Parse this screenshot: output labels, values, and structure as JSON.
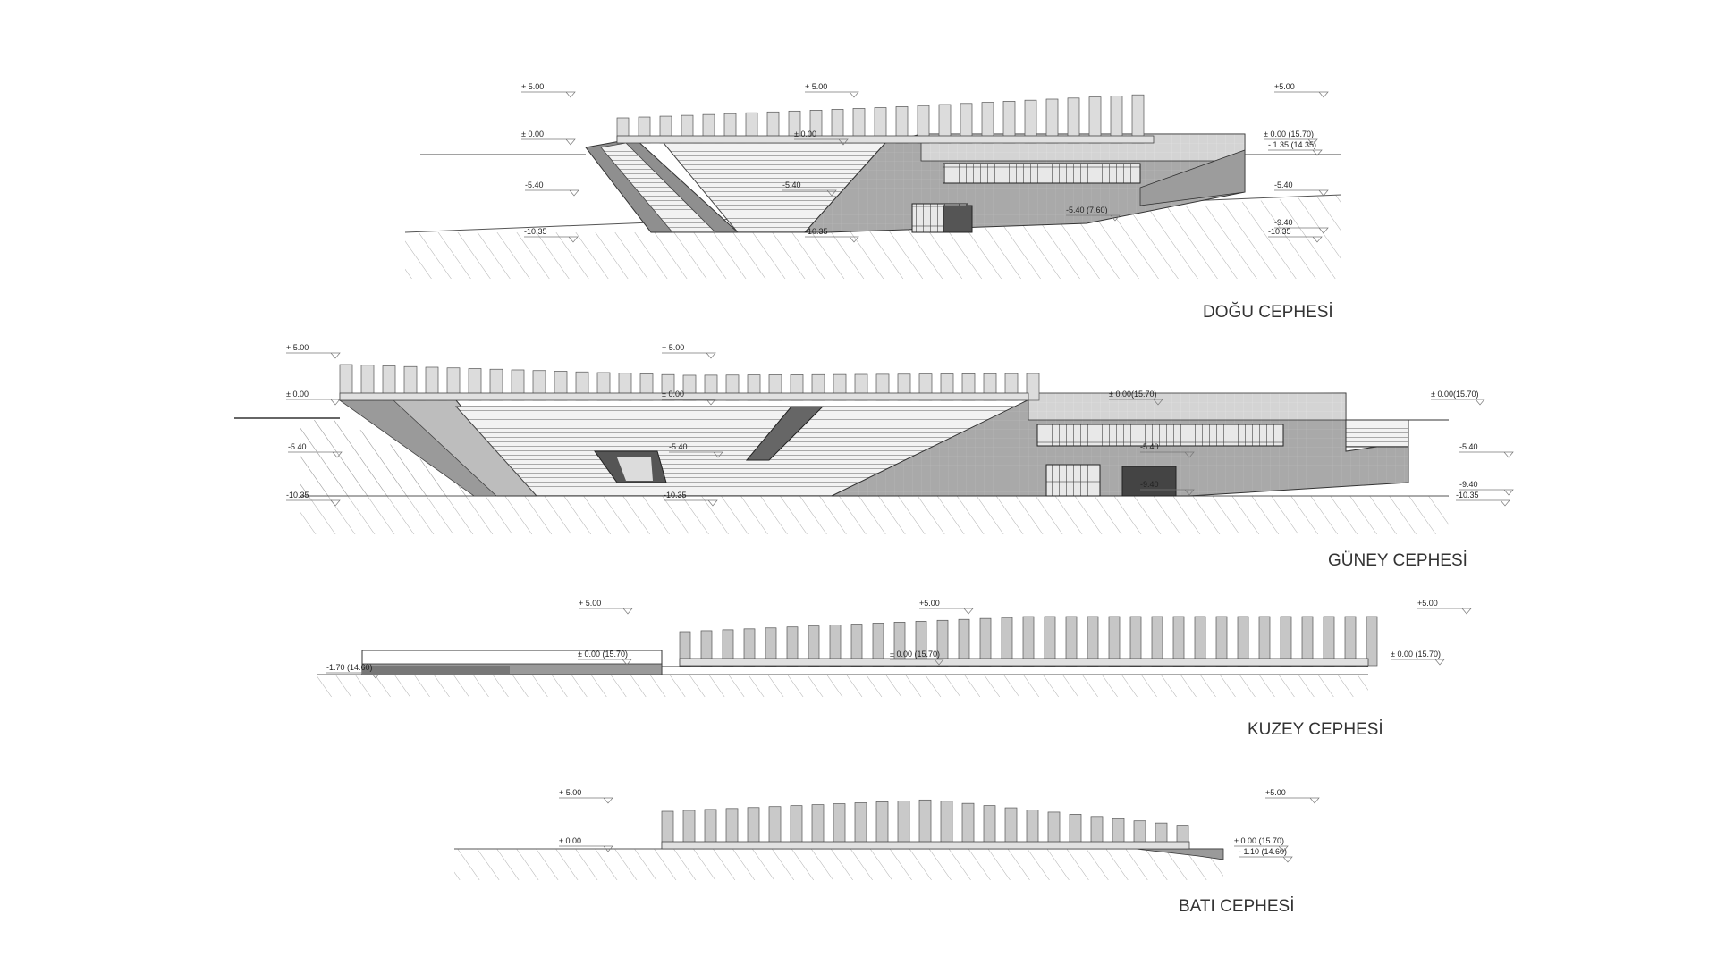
{
  "elevations": [
    {
      "id": "dogu",
      "title": "DOĞU CEPHESİ",
      "levels": [
        "+ 5.00",
        "+ 5.00",
        "+5.00",
        "± 0.00",
        "± 0.00",
        "± 0.00 (15.70)",
        "- 1.35 (14.35)",
        "-5.40",
        "-5.40",
        "-5.40",
        "-5.40 (7.60)",
        "-10.35",
        "-10.35",
        "-9.40",
        "-10.35"
      ]
    },
    {
      "id": "guney",
      "title": "GÜNEY CEPHESİ",
      "levels": [
        "+ 5.00",
        "+ 5.00",
        "± 0.00",
        "± 0.00",
        "± 0.00(15.70)",
        "± 0.00(15.70)",
        "-5.40",
        "-5.40",
        "-5.40",
        "-5.40",
        "-9.40",
        "-10.35",
        "-10.35",
        "-9.40",
        "-10.35"
      ]
    },
    {
      "id": "kuzey",
      "title": "KUZEY CEPHESİ",
      "levels": [
        "+ 5.00",
        "+5.00",
        "+5.00",
        "-1.70 (14.60)",
        "± 0.00 (15.70)",
        "± 0.00 (15.70)",
        "± 0.00 (15.70)"
      ]
    },
    {
      "id": "bati",
      "title": "BATI CEPHESİ",
      "levels": [
        "+ 5.00",
        "+5.00",
        "± 0.00",
        "± 0.00 (15.70)",
        "- 1.10 (14.60)"
      ]
    }
  ]
}
